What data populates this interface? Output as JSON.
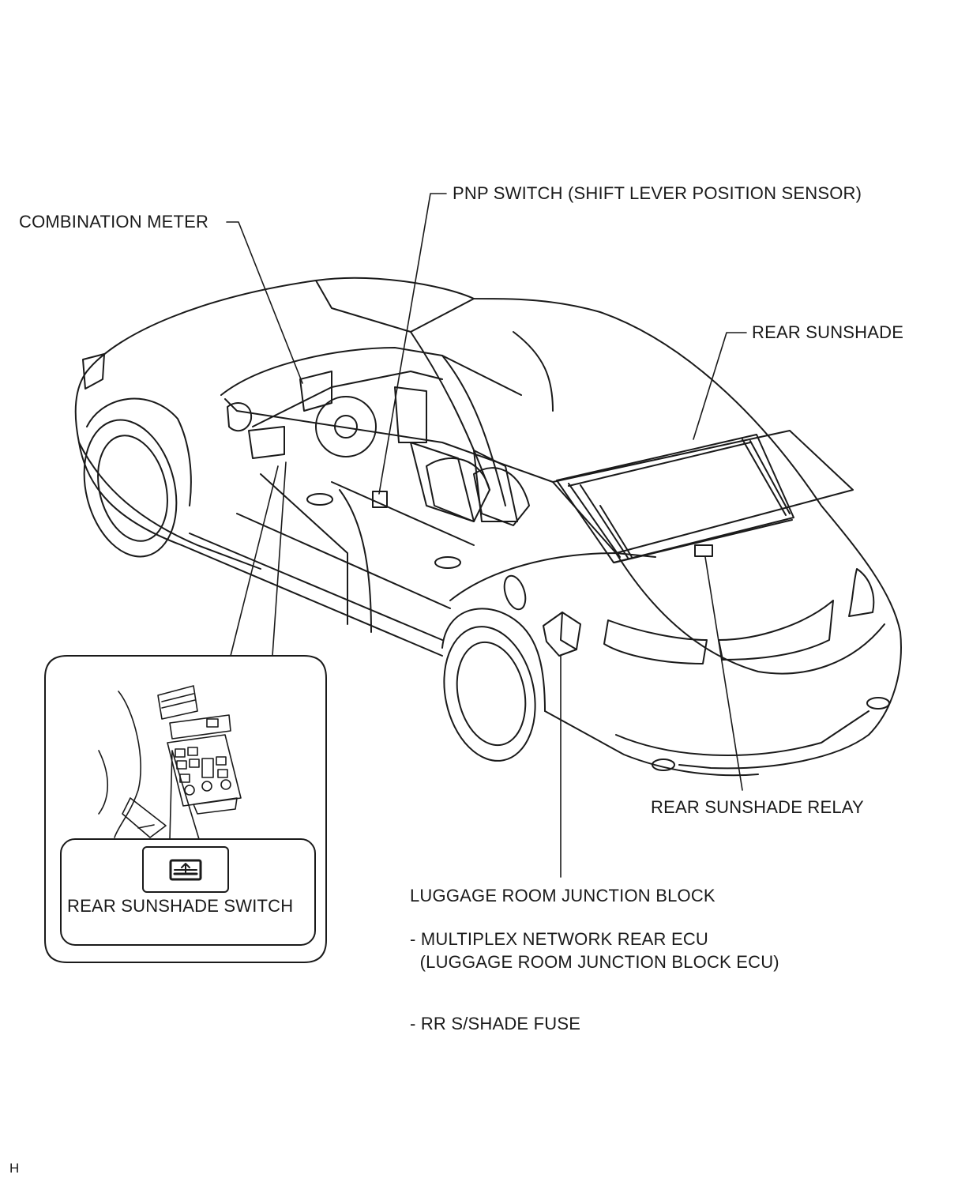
{
  "callouts": {
    "combination_meter": "COMBINATION METER",
    "pnp_switch": "PNP SWITCH (SHIFT LEVER POSITION SENSOR)",
    "rear_sunshade": "REAR SUNSHADE",
    "rear_sunshade_relay": "REAR SUNSHADE RELAY",
    "luggage_room_junction_block": "LUGGAGE ROOM JUNCTION BLOCK",
    "multiplex_line1": "- MULTIPLEX NETWORK REAR ECU",
    "multiplex_line2": "  (LUGGAGE ROOM JUNCTION BLOCK ECU)",
    "rr_shade_fuse": "- RR S/SHADE FUSE"
  },
  "inset": {
    "switch_label": "REAR SUNSHADE SWITCH",
    "switch_icon": "rear-sunshade-switch-icon"
  },
  "corner_mark": "H",
  "colors": {
    "line": "#1a1a1a",
    "background": "#ffffff"
  }
}
